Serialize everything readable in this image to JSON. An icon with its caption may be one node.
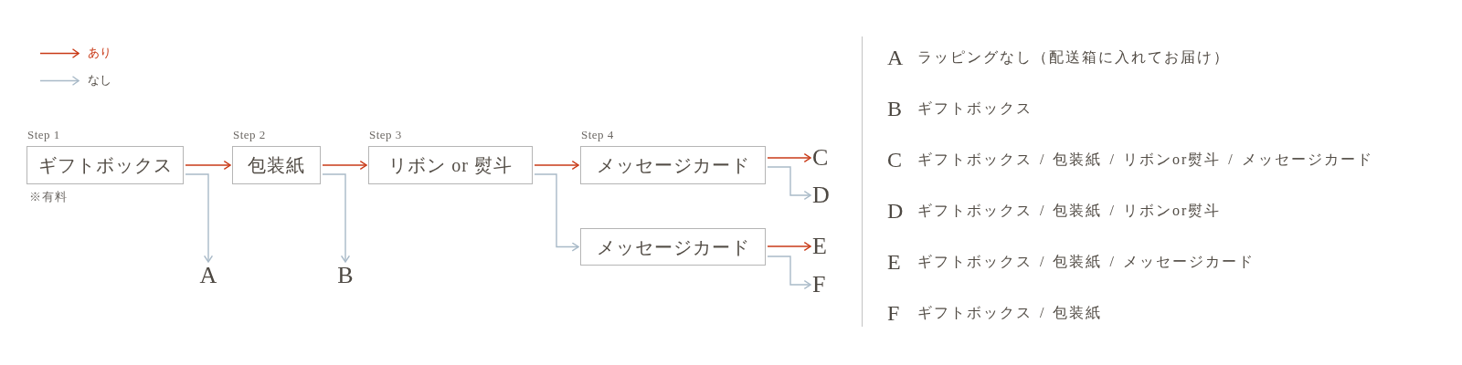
{
  "diagram": {
    "nodes": [
      {
        "text": [
          "Step 1",
          "ギフトボックス"
        ],
        "beside": [
          "※有料"
        ]
      },
      {
        "text": [
          "Step 2",
          "包装紙"
        ]
      },
      {
        "text": [
          "Step 3",
          "リボン or 熨斗"
        ]
      },
      {
        "text": [
          "Step 4",
          "メッセージカード"
        ]
      },
      {
        "text": [
          "メッセージカード"
        ]
      },
      {
        "text": [
          "A"
        ]
      },
      {
        "text": [
          "B"
        ]
      },
      {
        "text": [
          "C"
        ]
      },
      {
        "text": [
          "D"
        ]
      },
      {
        "text": [
          "E"
        ]
      },
      {
        "text": [
          "F"
        ]
      }
    ],
    "edges": [
      {
        "from": 0,
        "to": 1,
        "arrow": "to",
        "color": "#c93a17"
      },
      {
        "from": 0,
        "to": 5,
        "arrow": "to",
        "color": "#a9bac8"
      },
      {
        "from": 1,
        "to": 2,
        "arrow": "to",
        "color": "#c93a17"
      },
      {
        "from": 1,
        "to": 6,
        "arrow": "to",
        "color": "#a9bac8"
      },
      {
        "from": 2,
        "to": 3,
        "arrow": "to",
        "color": "#c93a17"
      },
      {
        "from": 2,
        "to": 4,
        "arrow": "to",
        "color": "#a9bac8"
      },
      {
        "from": 3,
        "to": 7,
        "arrow": "to",
        "color": "#c93a17"
      },
      {
        "from": 3,
        "to": 8,
        "arrow": "to",
        "color": "#a9bac8"
      },
      {
        "from": 4,
        "to": 9,
        "arrow": "to",
        "color": "#c93a17"
      },
      {
        "from": 4,
        "to": 10,
        "arrow": "to",
        "color": "#a9bac8"
      }
    ],
    "labels": [
      "A",
      "ラッピングなし（配送箱に入れてお届け）",
      "B",
      "ギフトボックス",
      "C",
      "ギフトボックス / 包装紙 / リボンor熨斗 / メッセージカード",
      "D",
      "ギフトボックス / 包装紙 / リボンor熨斗",
      "E",
      "ギフトボックス / 包装紙 / メッセージカード",
      "F",
      "ギフトボックス / 包装紙"
    ],
    "legend": [
      {
        "text": "あり"
      },
      {
        "text": "なし"
      }
    ]
  }
}
